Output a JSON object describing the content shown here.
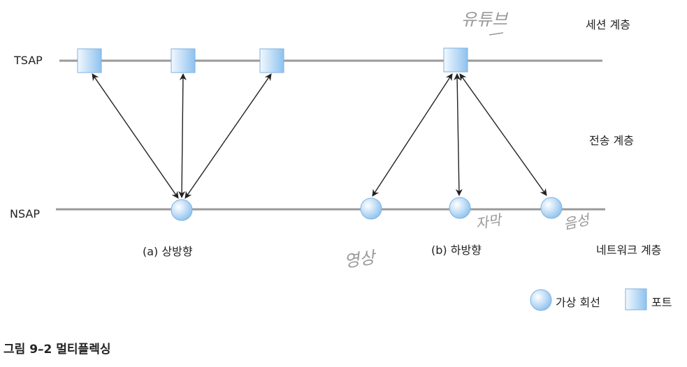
{
  "layers": {
    "session": "세션 계층",
    "transport": "전송 계층",
    "network": "네트워크 계층"
  },
  "line_labels": {
    "tsap": "TSAP",
    "nsap": "NSAP"
  },
  "subfigures": {
    "a": "(a) 상방향",
    "b": "(b) 하방향"
  },
  "handwriting": {
    "top": "유튜브",
    "left": "영상",
    "middle": "자막",
    "right": "음성"
  },
  "legend": {
    "circle": "가상 회선",
    "square": "포트"
  },
  "caption": "그림 9–2  멀티플렉싱",
  "colors": {
    "node_fill": "#bcdcf5",
    "node_stroke": "#6fa8d8",
    "line": "#999999",
    "arrow": "#222222"
  }
}
